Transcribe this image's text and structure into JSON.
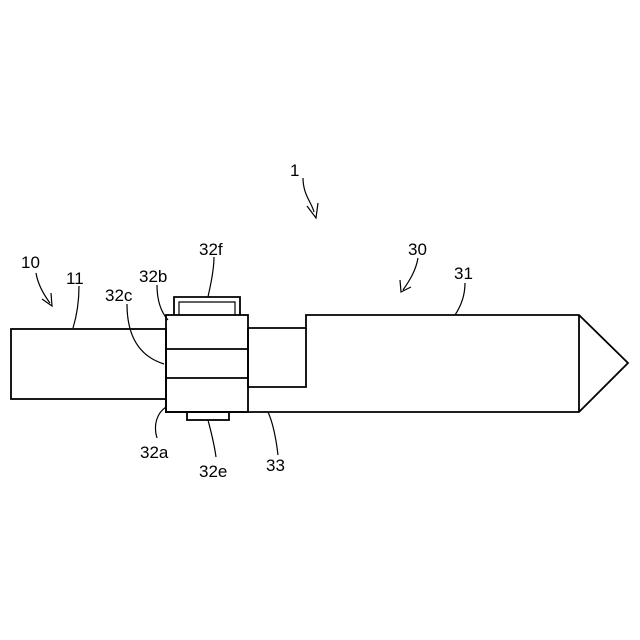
{
  "labels": {
    "assembly": "1",
    "first_member": "10",
    "first_body": "11",
    "second_member": "30",
    "second_body": "31",
    "part_32a": "32a",
    "part_32b": "32b",
    "part_32c": "32c",
    "part_32e": "32e",
    "part_32f": "32f",
    "part_33": "33"
  }
}
